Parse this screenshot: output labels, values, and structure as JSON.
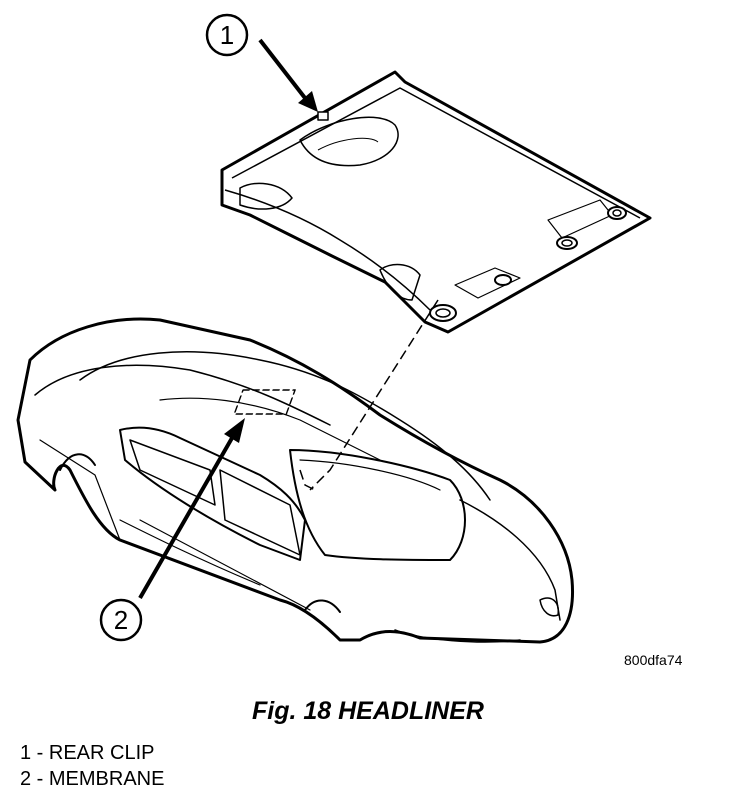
{
  "callouts": [
    {
      "number": "1"
    },
    {
      "number": "2"
    }
  ],
  "figure_code": "800dfa74",
  "caption": "Fig. 18 HEADLINER",
  "legend": [
    {
      "number": "1",
      "text": "1 - REAR CLIP"
    },
    {
      "number": "2",
      "text": "2 - MEMBRANE"
    }
  ]
}
